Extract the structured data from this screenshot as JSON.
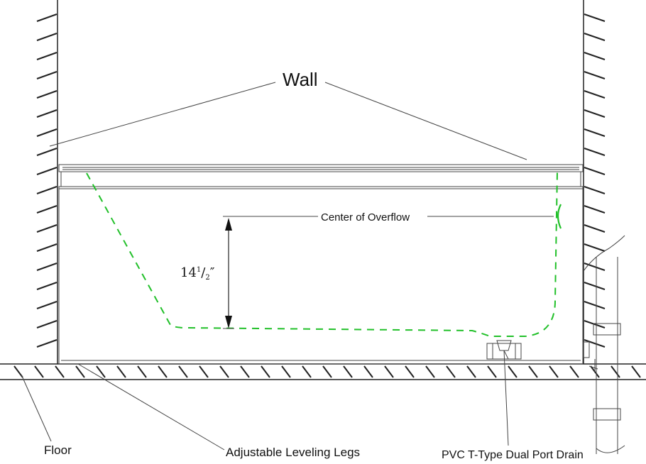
{
  "labels": {
    "wall": "Wall",
    "center_overflow": "Center of Overflow",
    "height_whole": "14",
    "height_num": "1",
    "height_slash": "/",
    "height_den": "2",
    "height_mark": "″",
    "floor": "Floor",
    "legs": "Adjustable Leveling Legs",
    "drain": "PVC T-Type Dual Port Drain"
  },
  "colors": {
    "outline": "#222222",
    "overflow_line": "#22c02a"
  }
}
